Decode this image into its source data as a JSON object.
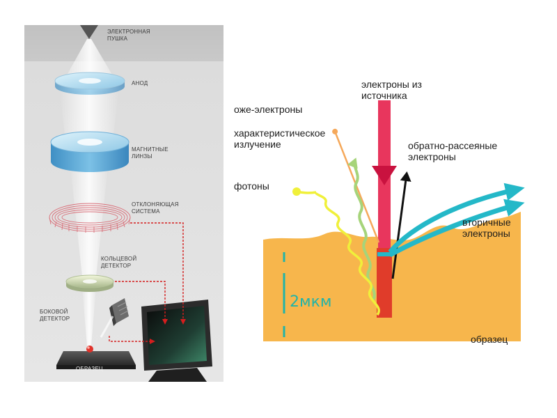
{
  "sem_schematic": {
    "labels": {
      "electron_gun": [
        "ЭЛЕКТРОННАЯ",
        "ПУШКА"
      ],
      "anode": [
        "АНОД"
      ],
      "magnetic_lenses": [
        "МАГНИТНЫЕ",
        "ЛИНЗЫ"
      ],
      "deflection_system": [
        "ОТКЛОНЯЮЩАЯ",
        "СИСТЕМА"
      ],
      "ring_detector": [
        "КОЛЬЦЕВОЙ",
        "ДЕТЕКТОР"
      ],
      "side_detector": [
        "БОКОВОЙ",
        "ДЕТЕКТОР"
      ],
      "sample": [
        "ОБРАЗЕЦ"
      ]
    }
  },
  "interaction_diagram": {
    "labels": {
      "source_electrons": [
        "электроны из",
        "источника"
      ],
      "auger_electrons": [
        "оже-электроны"
      ],
      "characteristic_radiation": [
        "характеристическое",
        "излучение"
      ],
      "backscattered_electrons": [
        "обратно-рассеяные",
        "электроны"
      ],
      "photons": [
        "фотоны"
      ],
      "secondary_electrons": [
        "вторичные",
        "электроны"
      ],
      "sample": [
        "образец"
      ]
    },
    "scale_label": "2мкм"
  },
  "colors": {
    "sample_fill": "#f7b64c",
    "source_beam": "#e8365d",
    "interaction_core": "#e03c2a",
    "auger": "#f5a85a",
    "characteristic": "#a6d47a",
    "photons": "#f0f03a",
    "backscattered": "#111111",
    "secondary": "#24b8c8",
    "scale": "#22b4a8",
    "sem_background": "#e3e3e3",
    "sem_signal_lines": "#d41e1e"
  }
}
